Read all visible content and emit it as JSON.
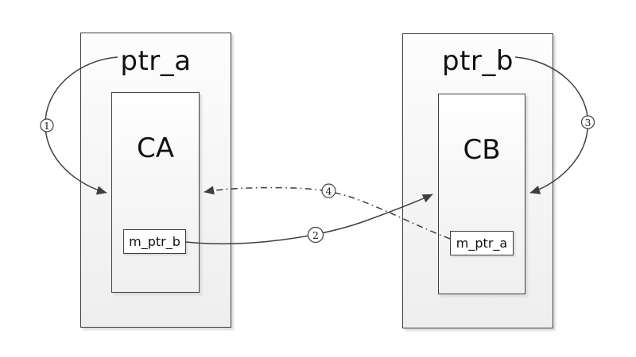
{
  "diagram": {
    "left": {
      "pointer_label": "ptr_a",
      "class_label": "CA",
      "member_label": "m_ptr_b"
    },
    "right": {
      "pointer_label": "ptr_b",
      "class_label": "CB",
      "member_label": "m_ptr_a"
    },
    "arrows": [
      {
        "number": "1",
        "style": "solid",
        "from": "ptr_a",
        "to": "CA"
      },
      {
        "number": "2",
        "style": "solid",
        "from": "m_ptr_b",
        "to": "CB"
      },
      {
        "number": "3",
        "style": "solid",
        "from": "ptr_b",
        "to": "CB"
      },
      {
        "number": "4",
        "style": "dash-dot",
        "from": "m_ptr_a",
        "to": "CA"
      }
    ],
    "colors": {
      "line": "#3f3f3f",
      "box_border": "#3f3f3f",
      "box_fill_top": "#fdfdfd",
      "box_fill_bottom": "#eeeeee",
      "shadow": "#dedede",
      "text": "#1a1a1a",
      "background": "#ffffff"
    }
  }
}
